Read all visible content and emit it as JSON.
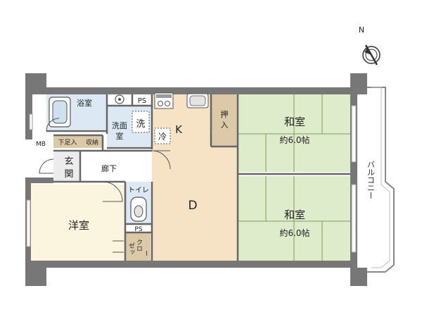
{
  "compass": {
    "north_label": "N"
  },
  "rooms": {
    "bath": "浴室",
    "ps_top": "PS",
    "wash_1": "洗面",
    "wash_2": "室",
    "wash_machine": "洗",
    "kitchen": "K",
    "fridge": "冷",
    "oshiire_1": "押",
    "oshiire_2": "入",
    "washitsu_1_name": "和室",
    "washitsu_1_size": "約6.0帖",
    "washitsu_2_name": "和室",
    "washitsu_2_size": "約6.0帖",
    "mb": "MB",
    "shoe_storage": "下足入",
    "storage": "収納",
    "genkan_1": "玄",
    "genkan_2": "関",
    "hallway": "廊下",
    "toilet": "トイレ",
    "dining": "D",
    "ps_bottom": "PS",
    "youshitsu": "洋室",
    "closet_col1": "ゼッ",
    "closet_col2": "クロ",
    "closet_col3": "ー"
  },
  "balcony": {
    "label": "バルコニー"
  },
  "colors": {
    "wall": "#777777",
    "washitsu": "#dfeccb",
    "youshitsu": "#fbf5e0",
    "dining": "#f6e3c6",
    "wet_area": "#dce9f5",
    "storage": "#dcc9a7",
    "floor_gray": "#e8e8e8"
  }
}
